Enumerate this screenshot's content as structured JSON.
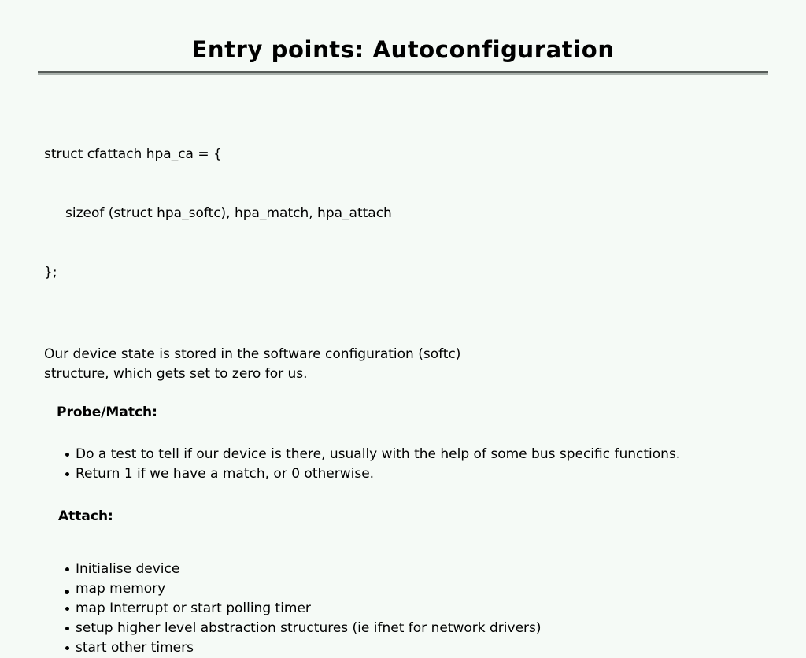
{
  "slide": {
    "title": "Entry points: Autoconfiguration",
    "background_color": "#f5faf6",
    "text_color": "#000000",
    "rule": {
      "dark_color": "#555b58",
      "light_color": "#a9b1ac"
    }
  },
  "code": {
    "lines": [
      "struct cfattach hpa_ca = {",
      "     sizeof (struct hpa_softc), hpa_match, hpa_attach",
      "};"
    ]
  },
  "paragraph": {
    "lines": [
      "Our device state is stored in the software configuration (softc)",
      "structure, which gets set to zero for us."
    ]
  },
  "sections": [
    {
      "heading": "Probe/Match:",
      "bullets": [
        "Do a test to tell if our device is there, usually with the help of some bus specific functions.",
        "Return 1 if we have a match, or 0 otherwise."
      ]
    },
    {
      "heading": "Attach:",
      "bullets": [
        "Initialise device",
        "map memory",
        "map Interrupt or start polling timer",
        "setup higher level abstraction structures (ie ifnet for network drivers)",
        "start other timers"
      ]
    }
  ]
}
